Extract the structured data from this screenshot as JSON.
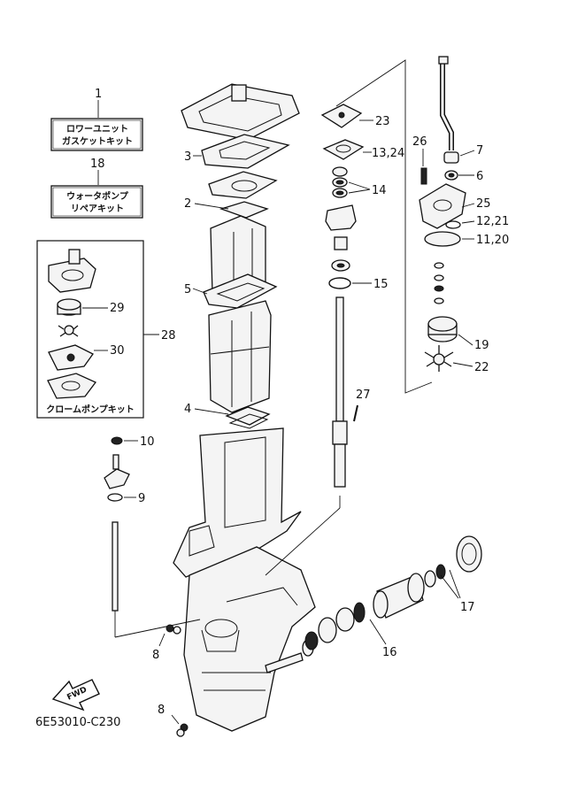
{
  "kit_boxes": {
    "lower_unit_gasket_kit": {
      "number": "1",
      "line1": "ロワーユニット",
      "line2": "ガスケットキット"
    },
    "water_pump_repair_kit": {
      "number": "18",
      "line1": "ウォータポンプ",
      "line2": "リペアキット"
    },
    "chrome_pump_kit": {
      "number": "28",
      "label": "クロームポンプキット"
    }
  },
  "callouts": {
    "p2": "2",
    "p3": "3",
    "p4": "4",
    "p5": "5",
    "p6": "6",
    "p7": "7",
    "p8a": "8",
    "p8b": "8",
    "p9": "9",
    "p10": "10",
    "p11_20": "11,20",
    "p12_21": "12,21",
    "p13_24": "13,24",
    "p14": "14",
    "p15": "15",
    "p16": "16",
    "p17": "17",
    "p19": "19",
    "p22": "22",
    "p23": "23",
    "p25": "25",
    "p26": "26",
    "p27": "27",
    "p29": "29",
    "p30": "30"
  },
  "fwd_label": "FWD",
  "drawing_code": "6E53010-C230"
}
